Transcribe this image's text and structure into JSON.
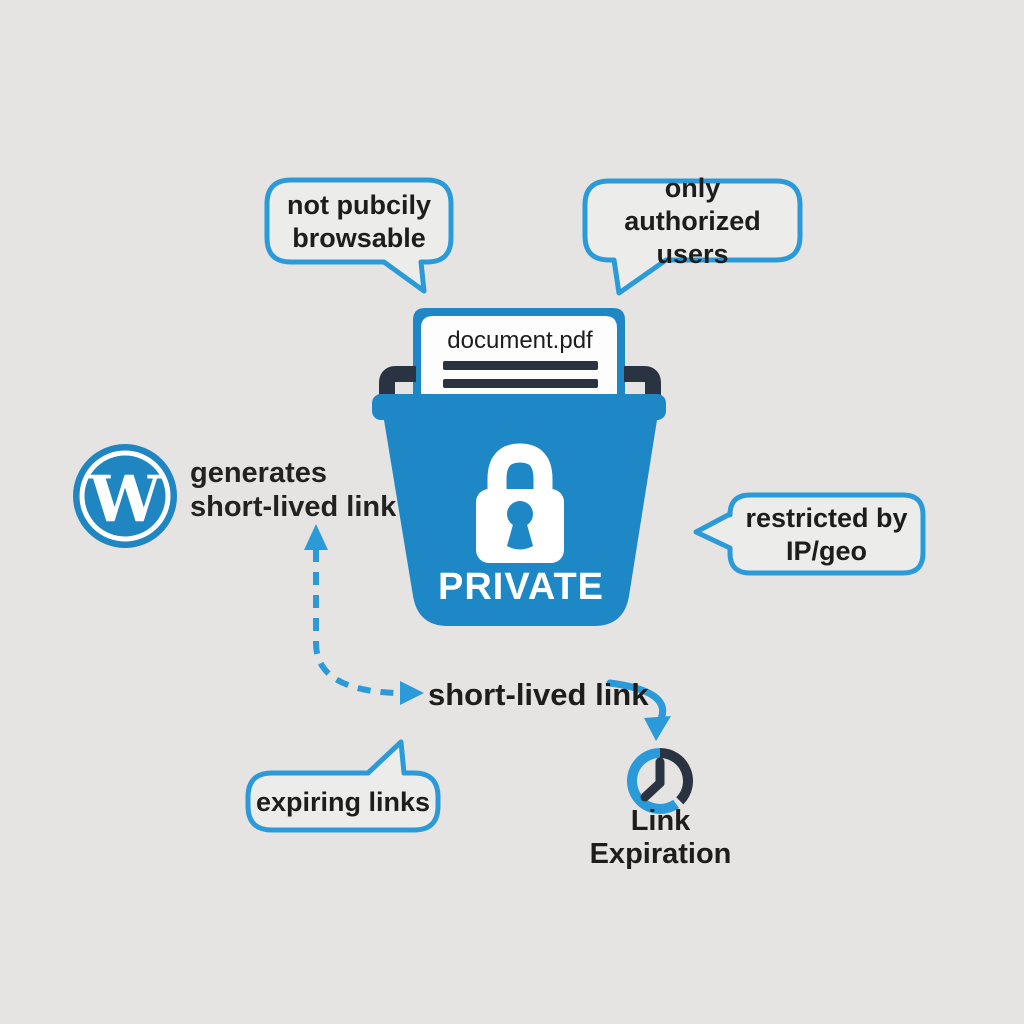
{
  "colors": {
    "background": "#e5e4e3",
    "bucket_blue": "#1e87c5",
    "accent_blue": "#2b9ad9",
    "dark_navy": "#2a3341",
    "text_dark": "#1d1d1d"
  },
  "bubbles": {
    "not_publicly": {
      "line1": "not pubcily",
      "line2": "browsable"
    },
    "only_authorized": {
      "line1": "only",
      "line2": "authorized users"
    },
    "restricted": {
      "line1": "restricted by",
      "line2": "IP/geo"
    },
    "expiring": {
      "label": "expiring links"
    }
  },
  "bucket": {
    "document_name": "document.pdf",
    "label": "PRIVATE"
  },
  "wordpress": {
    "letter": "W",
    "caption_line1": "generates",
    "caption_line2": "short-lived link"
  },
  "flow": {
    "link_label": "short-lived link",
    "expiration_caption": "Link Expiration"
  },
  "icons": {
    "wordpress": "wordpress-logo",
    "lock": "lock-icon",
    "clock": "clock-icon",
    "bucket": "bucket-icon",
    "dashed_arrow": "dashed-link-arrow",
    "expiration_arrow": "expiration-arrow"
  }
}
